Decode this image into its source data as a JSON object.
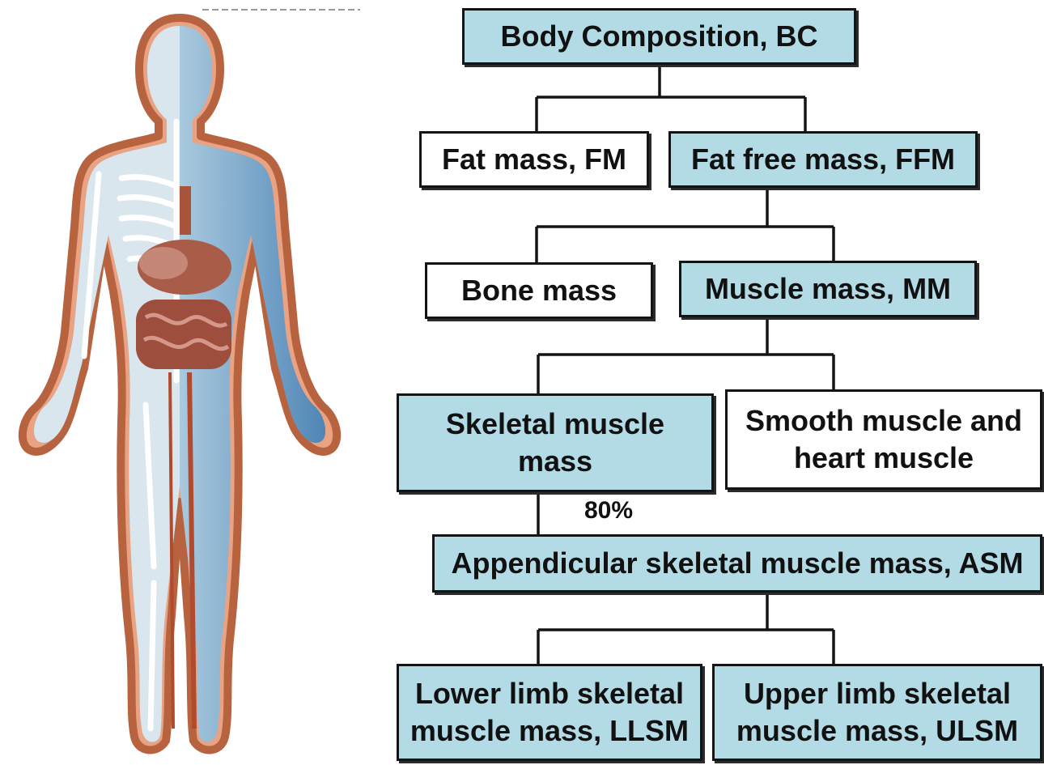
{
  "diagram": {
    "nodes": {
      "bc": "Body Composition, BC",
      "fm": "Fat mass, FM",
      "ffm": "Fat free mass, FFM",
      "bone": "Bone mass",
      "mm": "Muscle mass, MM",
      "skeletal": "Skeletal muscle mass",
      "smooth": "Smooth muscle and heart muscle",
      "asm": "Appendicular skeletal muscle mass, ASM",
      "llsm": "Lower limb skeletal muscle mass, LLSM",
      "ulsm": "Upper limb skeletal muscle mass, ULSM"
    },
    "edge_label_skeletal_to_asm": "80%",
    "colors": {
      "highlight_box": "#b3dbe5",
      "plain_box": "#ffffff",
      "border": "#141414",
      "body_outline": "#b8633f",
      "body_fill": "#7fb0cf"
    }
  },
  "figure": {
    "icon": "human-body-anatomy-icon"
  }
}
